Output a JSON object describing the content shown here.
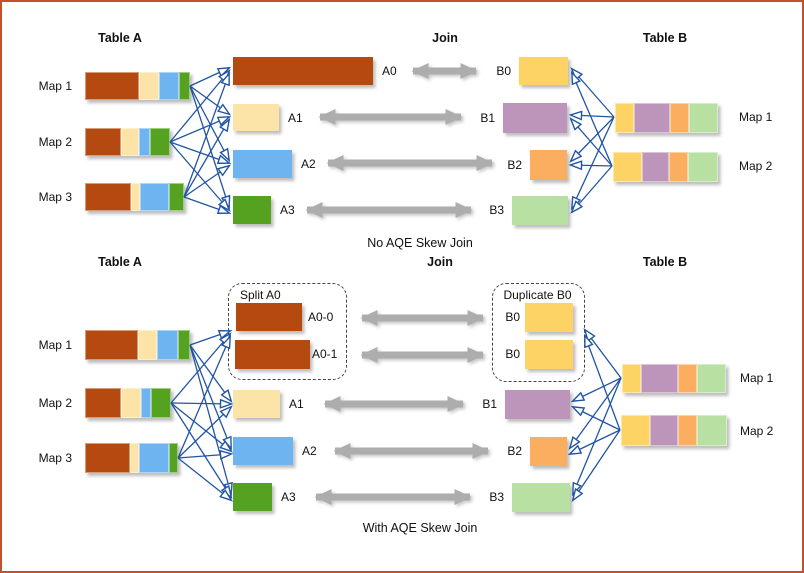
{
  "palette": {
    "frame_border": "#c2512c",
    "background": "#ffffff",
    "arrow_blue": "#2155a3",
    "arrow_gray": "#adadad",
    "brown": "#b54a10",
    "wheat": "#fce3a8",
    "blue": "#6db4f1",
    "green": "#54a21f",
    "yellow": "#fcd364",
    "mauve": "#bd94ba",
    "orange": "#fbad60",
    "lightgreen": "#b7e0a2"
  },
  "top": {
    "table_a_title": "Table A",
    "join_title": "Join",
    "table_b_title": "Table B",
    "caption": "No AQE Skew Join",
    "maps_a": [
      {
        "label": "Map 1",
        "segments": [
          {
            "color": "brown",
            "w": 57
          },
          {
            "color": "wheat",
            "w": 20
          },
          {
            "color": "blue",
            "w": 19
          },
          {
            "color": "green",
            "w": 10
          }
        ]
      },
      {
        "label": "Map 2",
        "segments": [
          {
            "color": "brown",
            "w": 38
          },
          {
            "color": "wheat",
            "w": 18
          },
          {
            "color": "blue",
            "w": 10
          },
          {
            "color": "green",
            "w": 20
          }
        ]
      },
      {
        "label": "Map 3",
        "segments": [
          {
            "color": "brown",
            "w": 48
          },
          {
            "color": "wheat",
            "w": 8
          },
          {
            "color": "blue",
            "w": 30
          },
          {
            "color": "green",
            "w": 14
          }
        ]
      }
    ],
    "partitions_a": [
      {
        "label": "A0",
        "color": "brown"
      },
      {
        "label": "A1",
        "color": "wheat"
      },
      {
        "label": "A2",
        "color": "blue"
      },
      {
        "label": "A3",
        "color": "green"
      }
    ],
    "partitions_b": [
      {
        "label": "B0",
        "color": "yellow"
      },
      {
        "label": "B1",
        "color": "mauve"
      },
      {
        "label": "B2",
        "color": "orange"
      },
      {
        "label": "B3",
        "color": "lightgreen"
      }
    ],
    "maps_b": [
      {
        "label": "Map 1",
        "segments": [
          {
            "color": "yellow",
            "w": 18
          },
          {
            "color": "mauve",
            "w": 37
          },
          {
            "color": "orange",
            "w": 19
          },
          {
            "color": "lightgreen",
            "w": 29
          }
        ]
      },
      {
        "label": "Map 2",
        "segments": [
          {
            "color": "yellow",
            "w": 29
          },
          {
            "color": "mauve",
            "w": 27
          },
          {
            "color": "orange",
            "w": 19
          },
          {
            "color": "lightgreen",
            "w": 30
          }
        ]
      }
    ]
  },
  "bottom": {
    "table_a_title": "Table A",
    "join_title": "Join",
    "table_b_title": "Table B",
    "caption": "With AQE Skew Join",
    "split_box": {
      "title": "Split A0",
      "partitions": [
        {
          "label": "A0-0",
          "color": "brown"
        },
        {
          "label": "A0-1",
          "color": "brown"
        }
      ]
    },
    "duplicate_box": {
      "title": "Duplicate B0",
      "partitions": [
        {
          "label": "B0",
          "color": "yellow"
        },
        {
          "label": "B0",
          "color": "yellow"
        }
      ]
    },
    "maps_a": [
      {
        "label": "Map 1",
        "segments": [
          {
            "color": "brown",
            "w": 55
          },
          {
            "color": "wheat",
            "w": 19
          },
          {
            "color": "blue",
            "w": 20
          },
          {
            "color": "green",
            "w": 11
          }
        ]
      },
      {
        "label": "Map 2",
        "segments": [
          {
            "color": "brown",
            "w": 38
          },
          {
            "color": "wheat",
            "w": 19
          },
          {
            "color": "blue",
            "w": 9
          },
          {
            "color": "green",
            "w": 20
          }
        ]
      },
      {
        "label": "Map 3",
        "segments": [
          {
            "color": "brown",
            "w": 47
          },
          {
            "color": "wheat",
            "w": 8
          },
          {
            "color": "blue",
            "w": 30
          },
          {
            "color": "green",
            "w": 8
          }
        ]
      }
    ],
    "partitions_a": [
      {
        "label": "A1",
        "color": "wheat"
      },
      {
        "label": "A2",
        "color": "blue"
      },
      {
        "label": "A3",
        "color": "green"
      }
    ],
    "partitions_b": [
      {
        "label": "B1",
        "color": "mauve"
      },
      {
        "label": "B2",
        "color": "orange"
      },
      {
        "label": "B3",
        "color": "lightgreen"
      }
    ],
    "maps_b": [
      {
        "label": "Map 1",
        "segments": [
          {
            "color": "yellow",
            "w": 18
          },
          {
            "color": "mauve",
            "w": 38
          },
          {
            "color": "orange",
            "w": 19
          },
          {
            "color": "lightgreen",
            "w": 29
          }
        ]
      },
      {
        "label": "Map 2",
        "segments": [
          {
            "color": "yellow",
            "w": 29
          },
          {
            "color": "mauve",
            "w": 28
          },
          {
            "color": "orange",
            "w": 19
          },
          {
            "color": "lightgreen",
            "w": 30
          }
        ]
      }
    ]
  }
}
